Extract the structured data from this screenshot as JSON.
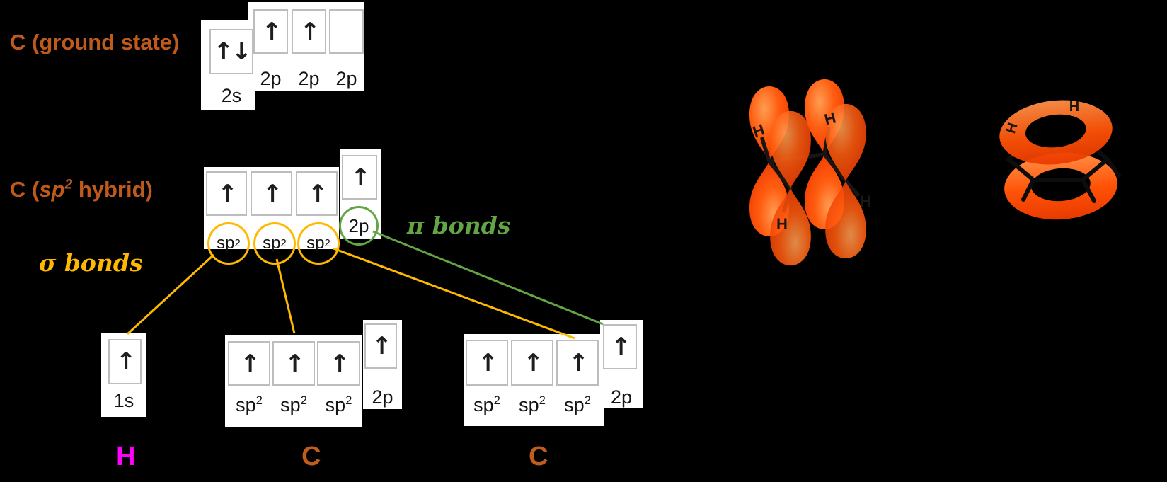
{
  "colors": {
    "background": "#000000",
    "title_text": "#bf5a1d",
    "element_h": "#ff00ff",
    "element_c": "#c05d1e",
    "sigma_yellow": "#ffb900",
    "pi_green": "#63a544",
    "orbital_lobe_orange": "#ff4e00",
    "box_border": "#bdbdbd",
    "box_fill": "#ffffff"
  },
  "labels": {
    "sp2_base": "sp",
    "sp2_sup": "2",
    "l1s": "1s",
    "l2s": "2s",
    "l2p": "2p"
  },
  "ground_state": {
    "title": "C (ground state)",
    "s_electrons": "↑↓",
    "p_electrons": [
      "↑",
      "↑",
      ""
    ]
  },
  "hybrid": {
    "title_pre": "C (",
    "title_it": "sp",
    "title_sup": "2",
    "title_post": " hybrid)",
    "sp2_electrons": [
      "↑",
      "↑",
      "↑"
    ],
    "p_electron": "↑"
  },
  "annotations": {
    "sigma": "σ bonds",
    "pi": "π bonds"
  },
  "atoms": {
    "hydrogen": {
      "electron": "↑",
      "orbital_label": "1s",
      "element": "H"
    },
    "carbon1": {
      "sp2_electrons": [
        "↑",
        "↑",
        "↑"
      ],
      "p_electron": "↑",
      "element": "C"
    },
    "carbon2": {
      "sp2_electrons": [
        "↑",
        "↑",
        "↑"
      ],
      "p_electron": "↑",
      "element": "C"
    }
  },
  "art": {
    "h_label": "H"
  }
}
